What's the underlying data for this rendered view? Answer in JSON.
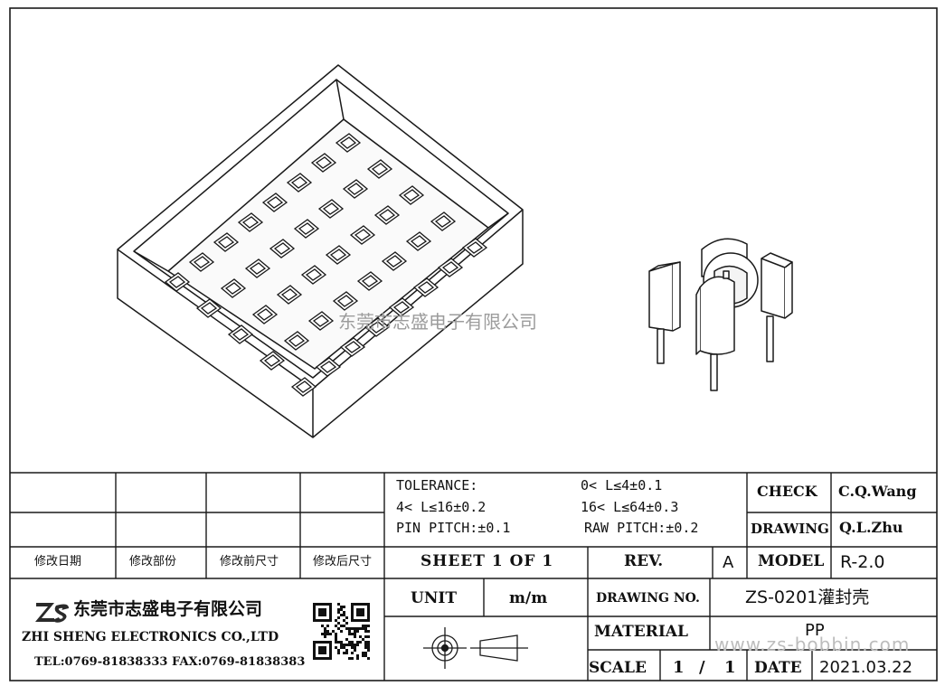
{
  "watermark": {
    "center": "东莞市志盛电子有限公司",
    "bottom": "www.zs-bobbin.com"
  },
  "tolerance": {
    "label": "TOLERANCE:",
    "line1": "0< L≤4±0.1",
    "line2": "4< L≤16±0.2",
    "line3": "16< L≤64±0.3",
    "pin_pitch": "PIN PITCH:±0.1",
    "raw_pitch": "RAW PITCH:±0.2"
  },
  "signoff": {
    "check_label": "CHECK",
    "check_value": "C.Q.Wang",
    "drawing_label": "DRAWING",
    "drawing_value": "Q.L.Zhu"
  },
  "revision_headers": [
    "修改日期",
    "修改部份",
    "修改前尺寸",
    "修改后尺寸"
  ],
  "sheet": "SHEET 1 OF 1",
  "rev_label": "REV.",
  "rev_value": "A",
  "model_label": "MODEL",
  "model_value": "R-2.0",
  "company": {
    "name_cn": "东莞市志盛电子有限公司",
    "name_en": "ZHI SHENG ELECTRONICS CO.,LTD",
    "contact": "TEL:0769-81838333 FAX:0769-81838383",
    "logo_text": "ZS"
  },
  "unit_label": "UNIT",
  "unit_value": "m/m",
  "drawing_no_label": "DRAWING NO.",
  "drawing_no_value": "ZS-0201灌封壳",
  "material_label": "MATERIAL",
  "material_value": "PP",
  "scale_label": "SCALE",
  "scale_value_1": "1",
  "scale_sep": "/",
  "scale_value_2": "1",
  "date_label": "DATE",
  "date_value": "2021.03.22",
  "icons": [
    "projection-symbol-icon",
    "qr-code-icon",
    "company-logo-icon"
  ]
}
